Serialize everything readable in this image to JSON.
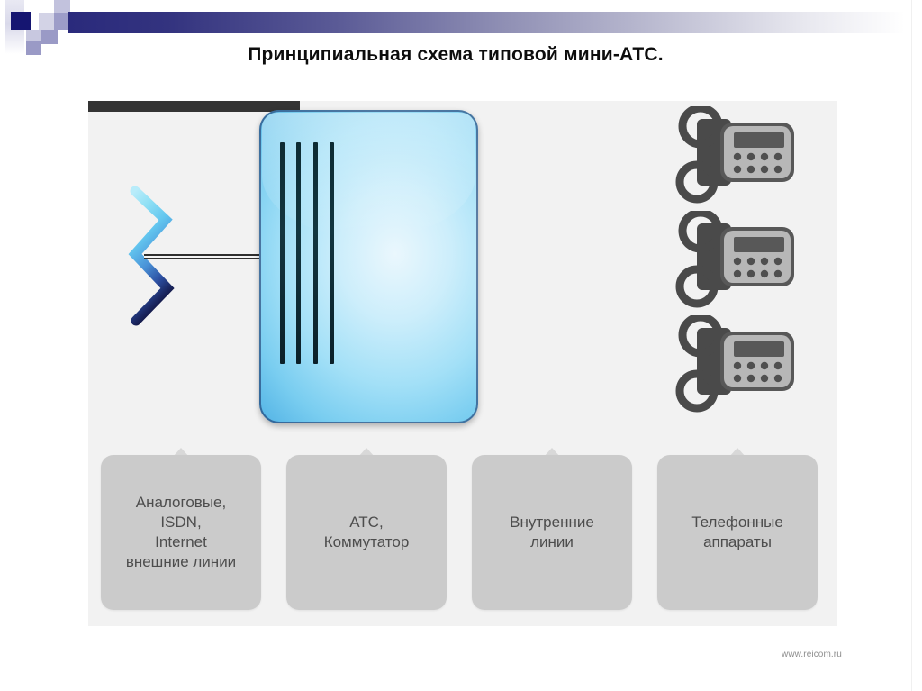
{
  "slide": {
    "title": "Принципиальная схема типовой мини-АТС.",
    "watermark": "www.reicom.ru",
    "background_color": "#FFFFFF",
    "diagram_background_color": "#F2F2F2"
  },
  "header": {
    "banner_gradient_start": "#2A2A7C",
    "banner_gradient_end": "#FFFFFF",
    "accent_square_color": "#151571"
  },
  "diagram": {
    "pbx": {
      "label": "PBX unit",
      "body_color_light": "#CDEEFB",
      "body_color_dark": "#2B56AE",
      "bar_count": 4,
      "bar_color": "#123640"
    },
    "external_line": {
      "name": "lightning-bolt",
      "gradient_top": "#8FE0F5",
      "gradient_bottom": "#161A4E"
    },
    "wire_color": "#343434",
    "phones": [
      {
        "id": "phone-1",
        "handset_color": "#4A4A4A",
        "body_color": "#B7B7B7",
        "display_color": "#585858",
        "keypad_rows": 2,
        "keypad_cols": 4
      },
      {
        "id": "phone-2",
        "handset_color": "#4A4A4A",
        "body_color": "#B7B7B7",
        "display_color": "#585858",
        "keypad_rows": 2,
        "keypad_cols": 4
      },
      {
        "id": "phone-3",
        "handset_color": "#4A4A4A",
        "body_color": "#B7B7B7",
        "display_color": "#585858",
        "keypad_rows": 2,
        "keypad_cols": 4
      }
    ],
    "legend": {
      "box_color": "#CBCBCB",
      "text_color": "#4D4D4D",
      "items": [
        {
          "text": "Аналоговые,\nISDN,\nInternet\nвнешние линии"
        },
        {
          "text": "АТС,\nКоммутатор"
        },
        {
          "text": "Внутренние\nлинии"
        },
        {
          "text": "Телефонные\nаппараты"
        }
      ]
    }
  }
}
